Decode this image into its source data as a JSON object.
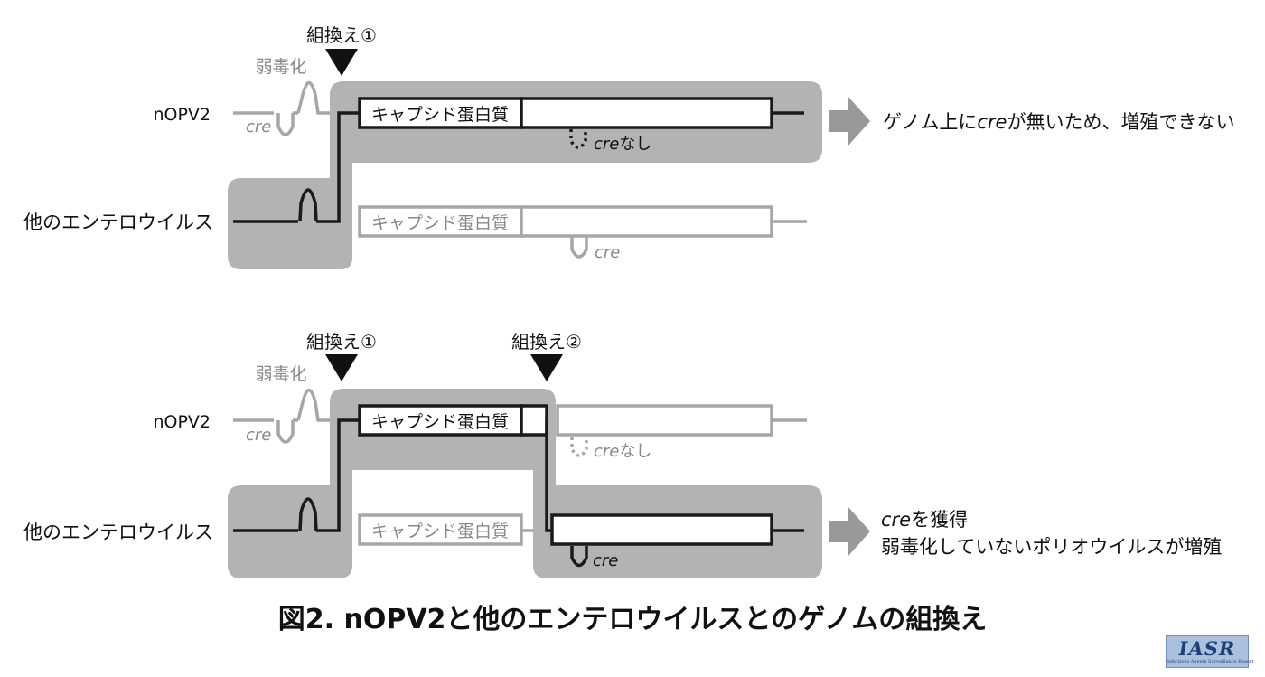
{
  "panel1": {
    "recomb_label": "組換え①",
    "attenuated_label": "弱毒化",
    "nopv2_label": "nOPV2",
    "other_label": "他のエンテロウイルス",
    "cre_label": "cre",
    "capsid_label_top": "キャプシド蛋白質",
    "capsid_label_bottom": "キャプシド蛋白質",
    "cre_none_cre": "cre",
    "cre_none_suffix": "なし",
    "cre_bottom": "cre",
    "result_part1": "ゲノム上に",
    "result_cre": "cre",
    "result_part2": "が無いため、増殖できない"
  },
  "panel2": {
    "recomb1_label": "組換え①",
    "recomb2_label": "組換え②",
    "attenuated_label": "弱毒化",
    "nopv2_label": "nOPV2",
    "other_label": "他のエンテロウイルス",
    "cre_label": "cre",
    "capsid_label_top": "キャプシド蛋白質",
    "capsid_label_bottom": "キャプシド蛋白質",
    "cre_none_cre": "cre",
    "cre_none_suffix": "なし",
    "cre_bottom": "cre",
    "result_line1_cre": "cre",
    "result_line1_rest": "を獲得",
    "result_line2": "弱毒化していないポリオウイルスが増殖"
  },
  "caption": "図2. nOPV2と他のエンテロウイルスとのゲノムの組換え",
  "logo": {
    "text": "IASR",
    "subtext": "Infectious Agents Surveillance Report"
  },
  "colors": {
    "highlight": "#b3b3b3",
    "genome_dark": "#1a1a1a",
    "genome_gray": "#a6a6a6",
    "arrow": "#999999"
  }
}
